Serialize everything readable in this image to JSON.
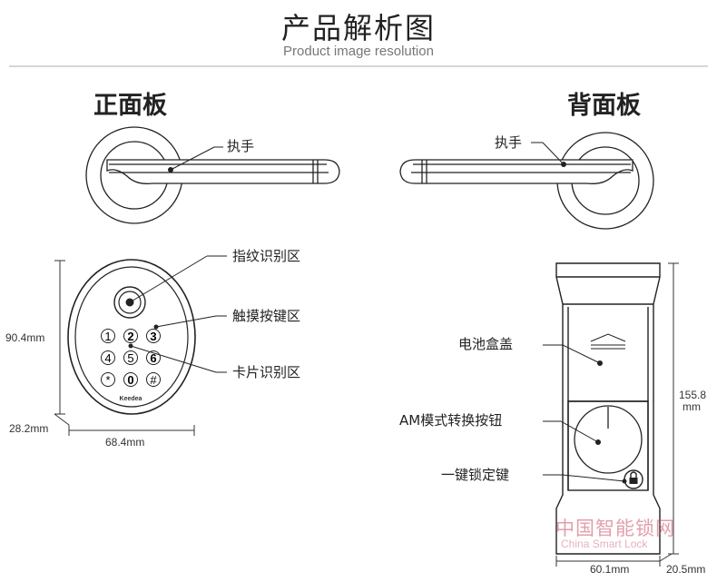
{
  "header": {
    "title": "产品解析图",
    "subtitle": "Product image resolution"
  },
  "front_panel": {
    "title": "正面板",
    "handle_label": "执手",
    "fingerprint_label": "指纹识别区",
    "touch_keypad_label": "触摸按键区",
    "card_label": "卡片识别区",
    "height_dim": "90.4mm",
    "depth_dim": "28.2mm",
    "width_dim": "68.4mm",
    "brand": "Keedea",
    "keys": [
      "1",
      "2",
      "3",
      "4",
      "5",
      "6",
      "*",
      "0",
      "#"
    ]
  },
  "back_panel": {
    "title": "背面板",
    "handle_label": "执手",
    "battery_cover_label": "电池盒盖",
    "am_button_label": "AM模式转换按钮",
    "lock_key_label": "一键锁定键",
    "height_dim_value": "155.8",
    "height_dim_unit": "mm",
    "width_dim": "60.1mm",
    "depth_dim": "20.5mm"
  },
  "watermark": {
    "text": "中国智能锁网",
    "sub": "China Smart Lock"
  }
}
